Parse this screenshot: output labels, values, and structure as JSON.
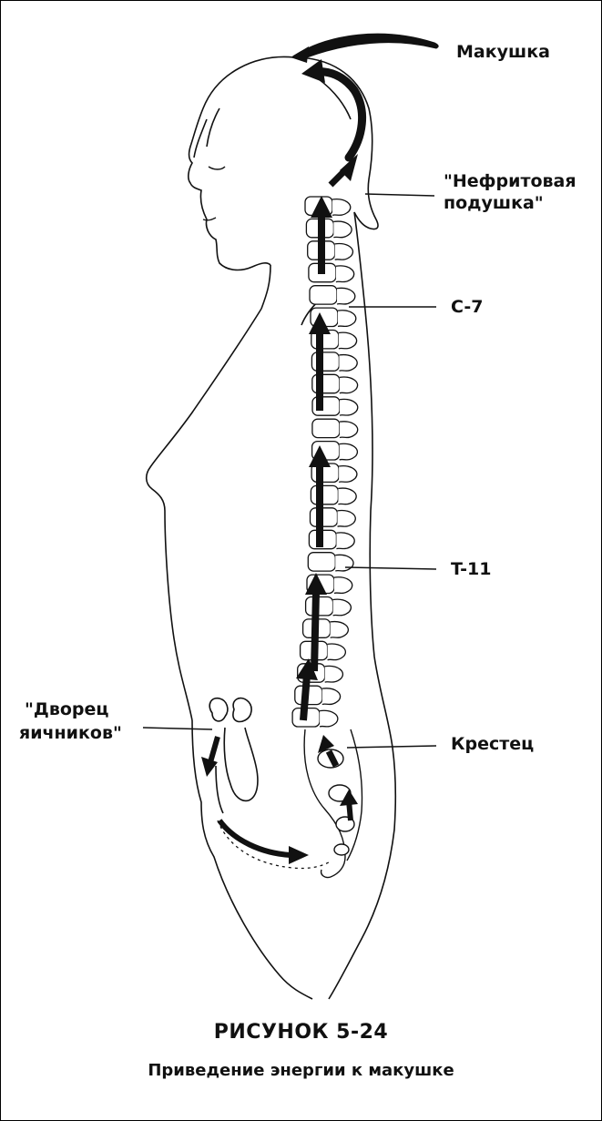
{
  "labels": {
    "crown": "Макушка",
    "jade_pillow_line1": "\"Нефритовая",
    "jade_pillow_line2": "подушка\"",
    "c7": "C-7",
    "t11": "T-11",
    "sacrum": "Крестец",
    "ovary_palace_line1": "\"Дворец",
    "ovary_palace_line2": "яичников\""
  },
  "caption": {
    "title": "РИСУНОК 5-24",
    "subtitle": "Приведение энергии к макушке"
  },
  "colors": {
    "ink": "#111111",
    "background": "#ffffff"
  }
}
